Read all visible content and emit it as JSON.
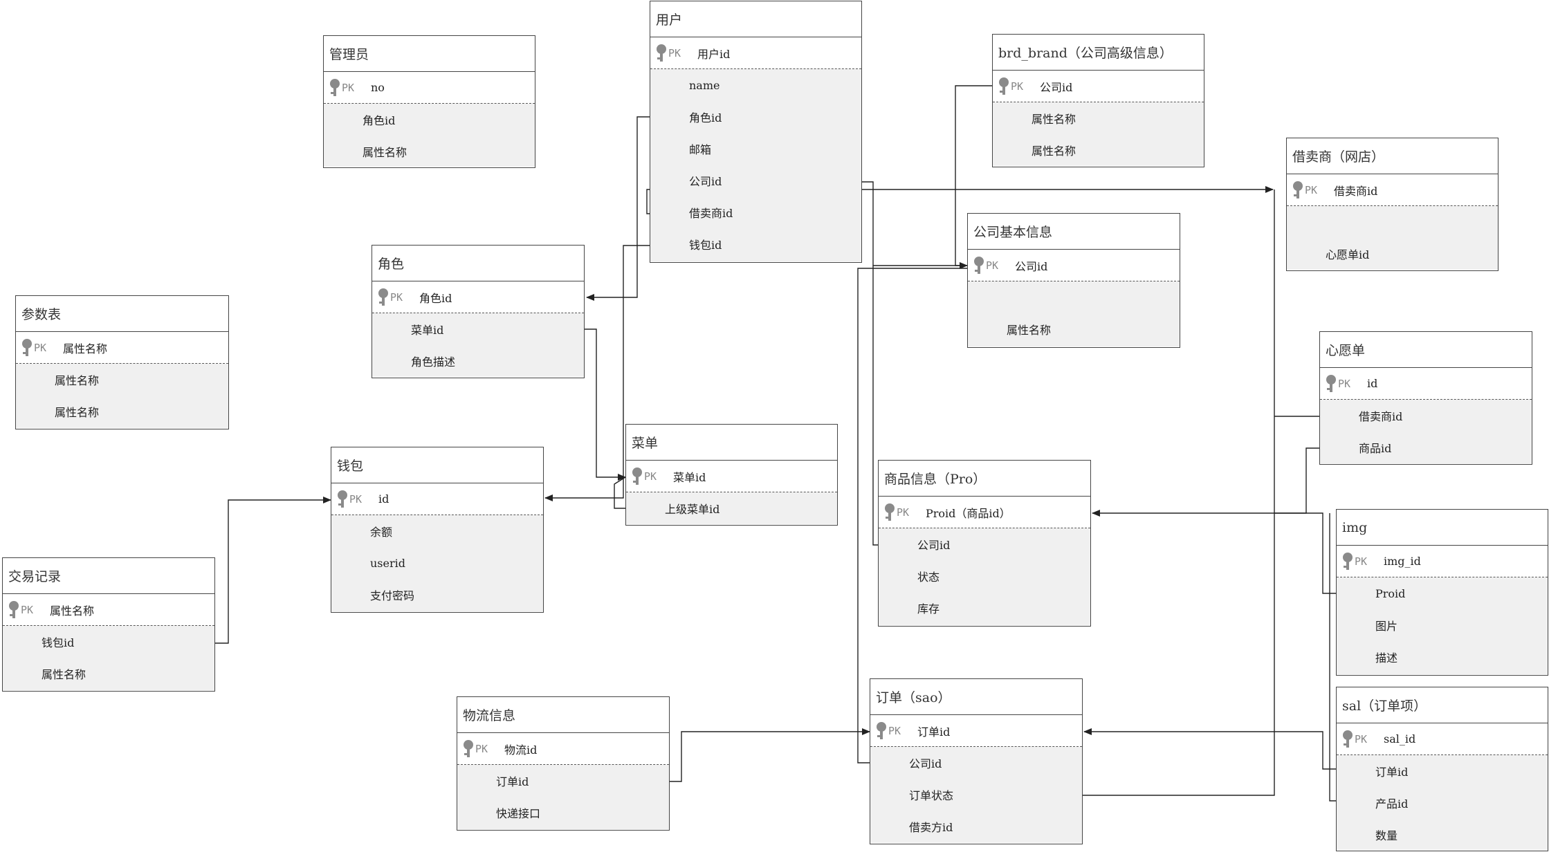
{
  "entities": {
    "admin": {
      "title": "管理员",
      "pk_label": "PK",
      "pk": "no",
      "fields": [
        "角色id",
        "属性名称"
      ]
    },
    "user": {
      "title": "用户",
      "pk_label": "PK",
      "pk": "用户id",
      "fields": [
        "name",
        "角色id",
        "邮箱",
        "公司id",
        "借卖商id",
        "钱包id"
      ]
    },
    "brand": {
      "title": "brd_brand（公司高级信息）",
      "pk_label": "PK",
      "pk": "公司id",
      "fields": [
        "属性名称",
        "属性名称"
      ]
    },
    "seller": {
      "title": "借卖商（网店）",
      "pk_label": "PK",
      "pk": "借卖商id",
      "fields": [
        "",
        "心愿单id"
      ]
    },
    "role": {
      "title": "角色",
      "pk_label": "PK",
      "pk": "角色id",
      "fields": [
        "菜单id",
        "角色描述"
      ]
    },
    "company": {
      "title": "公司基本信息",
      "pk_label": "PK",
      "pk": "公司id",
      "fields": [
        "",
        "属性名称"
      ]
    },
    "params": {
      "title": "参数表",
      "pk_label": "PK",
      "pk": "属性名称",
      "fields": [
        "属性名称",
        "属性名称"
      ]
    },
    "wishlist": {
      "title": "心愿单",
      "pk_label": "PK",
      "pk": "id",
      "fields": [
        "借卖商id",
        "商品id"
      ]
    },
    "menu": {
      "title": "菜单",
      "pk_label": "PK",
      "pk": "菜单id",
      "fields": [
        "上级菜单id"
      ]
    },
    "wallet": {
      "title": "钱包",
      "pk_label": "PK",
      "pk": "id",
      "fields": [
        "余额",
        "userid",
        "支付密码"
      ]
    },
    "product": {
      "title": "商品信息（Pro）",
      "pk_label": "PK",
      "pk": "Proid（商品id）",
      "fields": [
        "公司id",
        "状态",
        "库存"
      ]
    },
    "img": {
      "title": "img",
      "pk_label": "PK",
      "pk": "img_id",
      "fields": [
        "Proid",
        "图片",
        "描述"
      ]
    },
    "trade": {
      "title": "交易记录",
      "pk_label": "PK",
      "pk": "属性名称",
      "fields": [
        "钱包id",
        "属性名称"
      ]
    },
    "logistics": {
      "title": "物流信息",
      "pk_label": "PK",
      "pk": "物流id",
      "fields": [
        "订单id",
        "快递接口"
      ]
    },
    "order": {
      "title": "订单（sao）",
      "pk_label": "PK",
      "pk": "订单id",
      "fields": [
        "公司id",
        "订单状态",
        "借卖方id"
      ]
    },
    "sal": {
      "title": "sal（订单项）",
      "pk_label": "PK",
      "pk": "sal_id",
      "fields": [
        "订单id",
        "产品id",
        "数量"
      ]
    }
  },
  "colors": {
    "line": "#222222",
    "border": "#444444",
    "fields_bg": "#f0f0f0",
    "key_icon": "#8a8a8a"
  }
}
